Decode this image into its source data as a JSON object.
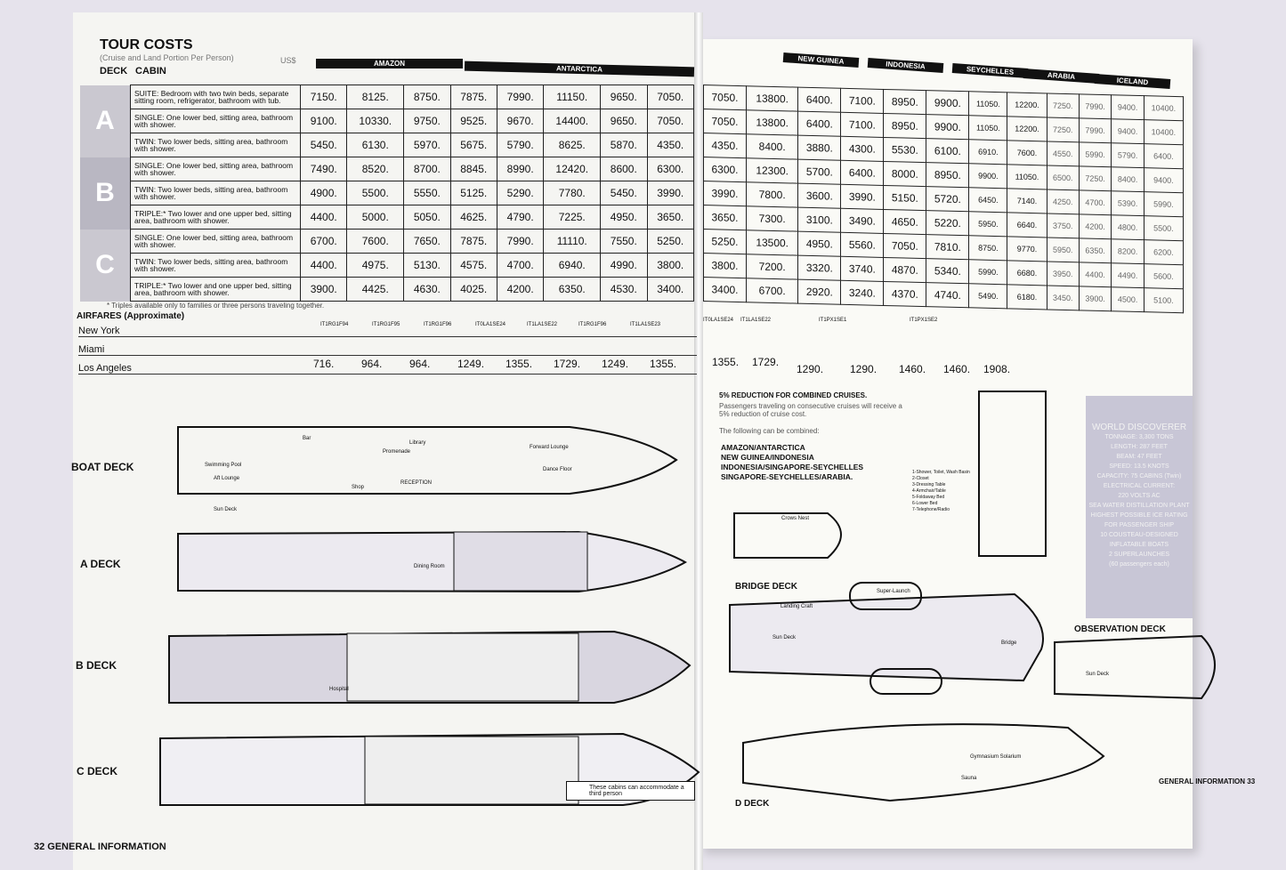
{
  "left_page": {
    "title": "TOUR COSTS",
    "subtitle": "(Cruise and Land Portion Per Person)",
    "currency": "US$",
    "col_deck": "DECK",
    "col_cabin": "CABIN",
    "groups": [
      "AMAZON",
      "ANTARCTICA"
    ],
    "rows": [
      {
        "deck": "A",
        "cabin": "SUITE: Bedroom with two twin beds, separate sitting room, refrigerator, bathroom with tub.",
        "values": [
          "7150.",
          "8125.",
          "8750.",
          "7875.",
          "7990.",
          "11150.",
          "9650.",
          "7050."
        ]
      },
      {
        "deck": "",
        "cabin": "SINGLE: One lower bed, sitting area, bathroom with shower.",
        "values": [
          "9100.",
          "10330.",
          "9750.",
          "9525.",
          "9670.",
          "14400.",
          "9650.",
          "7050."
        ]
      },
      {
        "deck": "",
        "cabin": "TWIN: Two lower beds, sitting area, bathroom with shower.",
        "values": [
          "5450.",
          "6130.",
          "5970.",
          "5675.",
          "5790.",
          "8625.",
          "5870.",
          "4350."
        ]
      },
      {
        "deck": "B",
        "cabin": "SINGLE: One lower bed, sitting area, bathroom with shower.",
        "values": [
          "7490.",
          "8520.",
          "8700.",
          "8845.",
          "8990.",
          "12420.",
          "8600.",
          "6300."
        ]
      },
      {
        "deck": "",
        "cabin": "TWIN: Two lower beds, sitting area, bathroom with shower.",
        "values": [
          "4900.",
          "5500.",
          "5550.",
          "5125.",
          "5290.",
          "7780.",
          "5450.",
          "3990."
        ]
      },
      {
        "deck": "",
        "cabin": "TRIPLE:* Two lower and one upper bed, sitting area, bathroom with shower.",
        "values": [
          "4400.",
          "5000.",
          "5050.",
          "4625.",
          "4790.",
          "7225.",
          "4950.",
          "3650."
        ]
      },
      {
        "deck": "C",
        "cabin": "SINGLE: One lower bed, sitting area, bathroom with shower.",
        "values": [
          "6700.",
          "7600.",
          "7650.",
          "7875.",
          "7990.",
          "11110.",
          "7550.",
          "5250."
        ]
      },
      {
        "deck": "",
        "cabin": "TWIN: Two lower beds, sitting area, bathroom with shower.",
        "values": [
          "4400.",
          "4975.",
          "5130.",
          "4575.",
          "4700.",
          "6940.",
          "4990.",
          "3800."
        ]
      },
      {
        "deck": "",
        "cabin": "TRIPLE:* Two lower and one upper bed, sitting area, bathroom with shower.",
        "values": [
          "3900.",
          "4425.",
          "4630.",
          "4025.",
          "4200.",
          "6350.",
          "4530.",
          "3400."
        ]
      }
    ],
    "footnote": "* Triples available only to families or three persons traveling together.",
    "airfares_title": "AIRFARES (Approximate)",
    "airfare_cities": [
      "New York",
      "Miami",
      "Los Angeles"
    ],
    "airfare_codes": [
      "IT1RG1F94",
      "IT1RG1F95",
      "IT1RG1F96",
      "IT0LA1SE24",
      "IT1LA1SE22",
      "IT1RG1F96",
      "IT1LA1SE23"
    ],
    "airfare_values": [
      "716.",
      "964.",
      "964.",
      "1249.",
      "1355.",
      "1729.",
      "1249.",
      "1355."
    ],
    "decks": [
      {
        "label": "BOAT DECK",
        "rooms": [
          "Bar",
          "Promenade",
          "Library",
          "Forward Lounge",
          "Swimming Pool",
          "Aft Lounge",
          "Shop",
          "RECEPTION",
          "Dance Floor",
          "Sun Deck"
        ]
      },
      {
        "label": "A DECK",
        "rooms": [
          "Dining Room"
        ]
      },
      {
        "label": "B DECK",
        "rooms": [
          "Hospital"
        ]
      },
      {
        "label": "C DECK",
        "rooms": []
      }
    ],
    "cabin_note": "These cabins can accommodate a third person",
    "footer": "32 GENERAL INFORMATION"
  },
  "right_page": {
    "groups": [
      "NEW GUINEA",
      "INDONESIA",
      "SEYCHELLES",
      "ARABIA",
      "ICELAND"
    ],
    "rows": [
      [
        "7050.",
        "13800.",
        "6400.",
        "7100.",
        "8950.",
        "9900.",
        "11050.",
        "12200.",
        "7250.",
        "7990.",
        "9400.",
        "10400."
      ],
      [
        "7050.",
        "13800.",
        "6400.",
        "7100.",
        "8950.",
        "9900.",
        "11050.",
        "12200.",
        "7250.",
        "7990.",
        "9400.",
        "10400."
      ],
      [
        "4350.",
        "8400.",
        "3880.",
        "4300.",
        "5530.",
        "6100.",
        "6910.",
        "7600.",
        "4550.",
        "5990.",
        "5790.",
        "6400."
      ],
      [
        "6300.",
        "12300.",
        "5700.",
        "6400.",
        "8000.",
        "8950.",
        "9900.",
        "11050.",
        "6500.",
        "7250.",
        "8400.",
        "9400."
      ],
      [
        "3990.",
        "7800.",
        "3600.",
        "3990.",
        "5150.",
        "5720.",
        "6450.",
        "7140.",
        "4250.",
        "4700.",
        "5390.",
        "5990."
      ],
      [
        "3650.",
        "7300.",
        "3100.",
        "3490.",
        "4650.",
        "5220.",
        "5950.",
        "6640.",
        "3750.",
        "4200.",
        "4800.",
        "5500."
      ],
      [
        "5250.",
        "13500.",
        "4950.",
        "5560.",
        "7050.",
        "7810.",
        "8750.",
        "9770.",
        "5950.",
        "6350.",
        "8200.",
        "6200."
      ],
      [
        "3800.",
        "7200.",
        "3320.",
        "3740.",
        "4870.",
        "5340.",
        "5990.",
        "6680.",
        "3950.",
        "4400.",
        "4490.",
        "5600."
      ],
      [
        "3400.",
        "6700.",
        "2920.",
        "3240.",
        "4370.",
        "4740.",
        "5490.",
        "6180.",
        "3450.",
        "3900.",
        "4500.",
        "5100."
      ]
    ],
    "airfare_codes": [
      "IT0LA1SE24",
      "IT1LA1SE22",
      "IT1PX1SE1",
      "IT1PX1SE2"
    ],
    "airfare_values": [
      "1355.",
      "1729.",
      "1290.",
      "1290.",
      "1460.",
      "1460.",
      "1908."
    ],
    "reduction_title": "5% REDUCTION FOR COMBINED CRUISES.",
    "reduction_text": "Passengers traveling on consecutive cruises will receive a 5% reduction of cruise cost.",
    "combined_intro": "The following can be combined:",
    "combined": [
      "AMAZON/ANTARCTICA",
      "NEW GUINEA/INDONESIA",
      "INDONESIA/SINGAPORE-SEYCHELLES",
      "SINGAPORE-SEYCHELLES/ARABIA."
    ],
    "legend": [
      "1-Shower, Toilet, Wash Basin",
      "2-Closet",
      "3-Dressing Table",
      "4-Armchair/Table",
      "5-Foldaway Bed",
      "6-Lower Bed",
      "7-Telephone/Radio"
    ],
    "crows_nest": "Crows Nest",
    "info_box": {
      "title": "WORLD DISCOVERER",
      "lines": [
        "TONNAGE: 3,300 TONS",
        "LENGTH: 287 FEET",
        "BEAM: 47 FEET",
        "SPEED: 13.5 KNOTS",
        "CAPACITY: 75 CABINS (Twin)",
        "ELECTRICAL CURRENT:",
        "220 VOLTS AC",
        "SEA WATER DISTILLATION PLANT",
        "HIGHEST POSSIBLE ICE RATING",
        "FOR PASSENGER SHIP",
        "10 COUSTEAU-DESIGNED",
        "INFLATABLE BOATS",
        "2 SUPERLAUNCHES",
        "(60 passengers each)"
      ]
    },
    "decks": [
      {
        "label": "BRIDGE DECK",
        "rooms": [
          "Super-Launch",
          "Landing Craft",
          "Sun Deck",
          "Bridge"
        ]
      },
      {
        "label": "OBSERVATION DECK",
        "rooms": [
          "Sun Deck"
        ]
      },
      {
        "label": "D DECK",
        "rooms": [
          "Gymnasium Solarium",
          "Sauna"
        ]
      }
    ],
    "footer": "GENERAL INFORMATION 33"
  }
}
